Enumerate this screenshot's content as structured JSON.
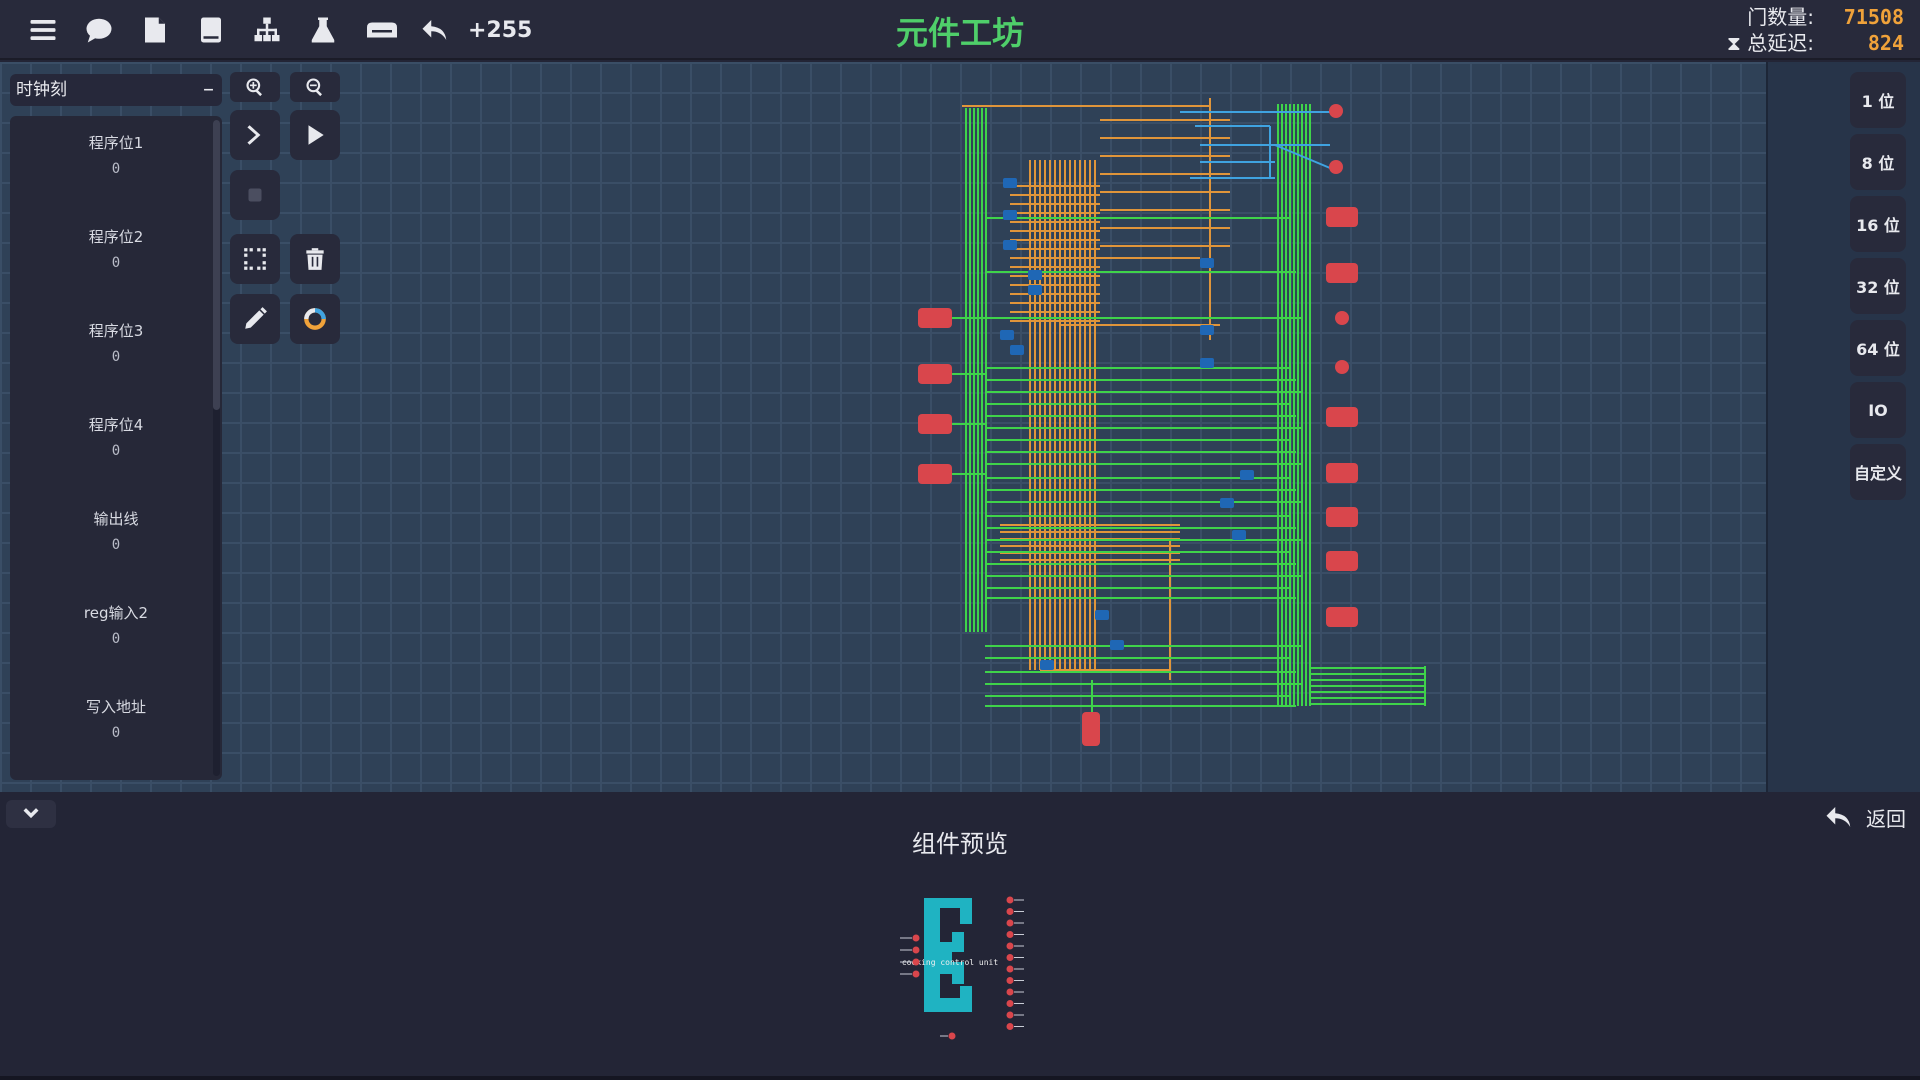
{
  "app": {
    "title": "元件工坊",
    "undo_count": "+255"
  },
  "toolbar": {
    "icons": [
      "menu-icon",
      "chat-icon",
      "file-icon",
      "book-icon",
      "hierarchy-icon",
      "flask-icon",
      "tray-icon",
      "undo-icon"
    ]
  },
  "stats": {
    "gate_count_label": "门数量:",
    "gate_count": "71508",
    "delay_label": "总延迟:",
    "delay": "824",
    "delay_icon": "hourglass-icon"
  },
  "left_panel": {
    "clock_label": "时钟刻",
    "clock_toggle": "–",
    "pins": [
      {
        "name": "程序位1",
        "value": "0"
      },
      {
        "name": "程序位2",
        "value": "0"
      },
      {
        "name": "程序位3",
        "value": "0"
      },
      {
        "name": "程序位4",
        "value": "0"
      },
      {
        "name": "输出线",
        "value": "0"
      },
      {
        "name": "reg输入2",
        "value": "0"
      },
      {
        "name": "写入地址",
        "value": "0"
      }
    ]
  },
  "tools": {
    "icons": [
      "zoom-in-icon",
      "zoom-out-icon",
      "step-icon",
      "play-icon",
      "stop-icon",
      "select-icon",
      "trash-icon",
      "pencil-icon",
      "color-ring-icon"
    ]
  },
  "bit_widths": [
    "1 位",
    "8 位",
    "16 位",
    "32 位",
    "64 位",
    "IO",
    "自定义"
  ],
  "bottom": {
    "preview_title": "组件预览",
    "back_label": "返回",
    "component_name": "cooking control unit"
  },
  "colors": {
    "wire_green": "#3fd34a",
    "wire_orange": "#e0953a",
    "wire_blue": "#3fa3e0",
    "pin_red": "#d9464c",
    "title_green": "#4fcf6a",
    "stat_orange": "#f0a23a",
    "preview_cyan": "#1fb3c2"
  }
}
